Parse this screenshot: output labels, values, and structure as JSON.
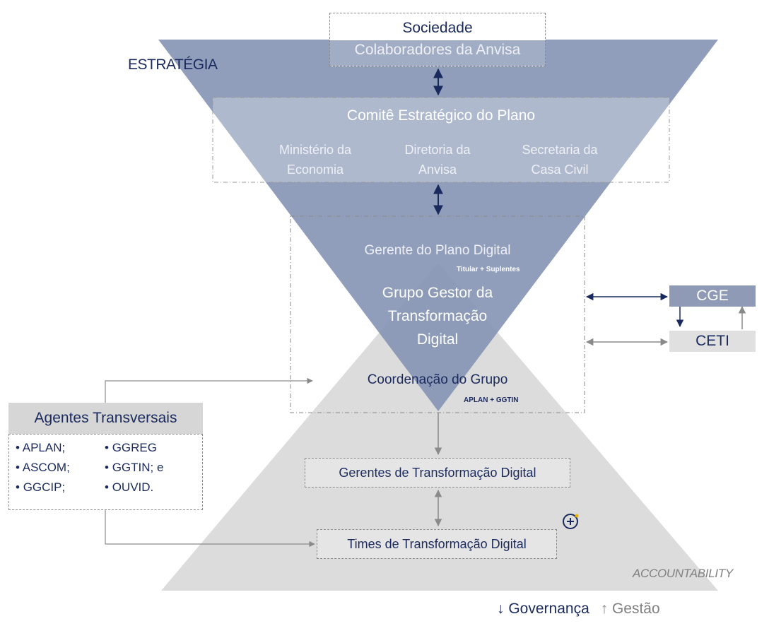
{
  "title_strategy": "ESTRATÉGIA",
  "accountability_label": "ACCOUNTABILITY",
  "top_box": {
    "line1": "Sociedade",
    "line2": "Colaboradores da Anvisa"
  },
  "comite": {
    "title": "Comitê Estratégico do Plano",
    "members": [
      {
        "line1": "Ministério da",
        "line2": "Economia"
      },
      {
        "line1": "Diretoria da",
        "line2": "Anvisa"
      },
      {
        "line1": "Secretaria da",
        "line2": "Casa Civil"
      }
    ]
  },
  "gerente": {
    "title": "Gerente do Plano Digital",
    "sub": "Titular + Suplentes"
  },
  "grupo_gestor": {
    "line1": "Grupo Gestor da",
    "line2": "Transformação",
    "line3": "Digital"
  },
  "coordenacao": {
    "title": "Coordenação do Grupo",
    "sub": "APLAN + GGTIN"
  },
  "cge": "CGE",
  "ceti": "CETI",
  "agentes": {
    "title": "Agentes Transversais",
    "col1": [
      "APLAN;",
      "ASCOM;",
      "GGCIP;"
    ],
    "col2": [
      "GGREG",
      "GGTIN; e",
      "OUVID."
    ]
  },
  "gerentes_td": "Gerentes de Transformação Digital",
  "times_td": "Times de Transformação Digital",
  "legend": {
    "governanca": "Governança",
    "gestao": "Gestão"
  },
  "colors": {
    "navy": "#1b2a5e",
    "inverted_triangle": "#8494b4",
    "pyramid": "#dcdcdc",
    "cge_box": "#8e9ab6",
    "ceti_box": "#e0e0e0"
  },
  "icons": [
    "plus-circle-icon",
    "arrow-down-icon",
    "arrow-up-icon"
  ]
}
